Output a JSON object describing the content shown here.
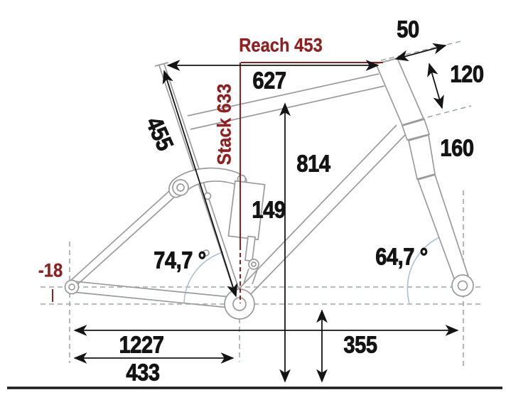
{
  "title": "Mountain bike frame geometry diagram",
  "colors": {
    "accent-red": "#8e2020",
    "ink": "#141414",
    "frame-gray": "#9b9b9b",
    "dash-gray": "#9fa8aa",
    "arc-blue": "#a9c2ce",
    "ground": "#1a1a1a",
    "background": "#ffffff"
  },
  "labels": {
    "reach": "Reach 453",
    "stack": "Stack 633",
    "top_tube": "627",
    "seat_tube": "455",
    "dim_50": "50",
    "head_tube": "120",
    "dim_160": "160",
    "standover": "814",
    "dim_149": "149",
    "seat_tube_angle": "74,7 °",
    "head_tube_angle": "64,7 °",
    "bb_drop": "-18",
    "wheelbase": "1227",
    "chainstay": "433",
    "bb_height": "355"
  }
}
